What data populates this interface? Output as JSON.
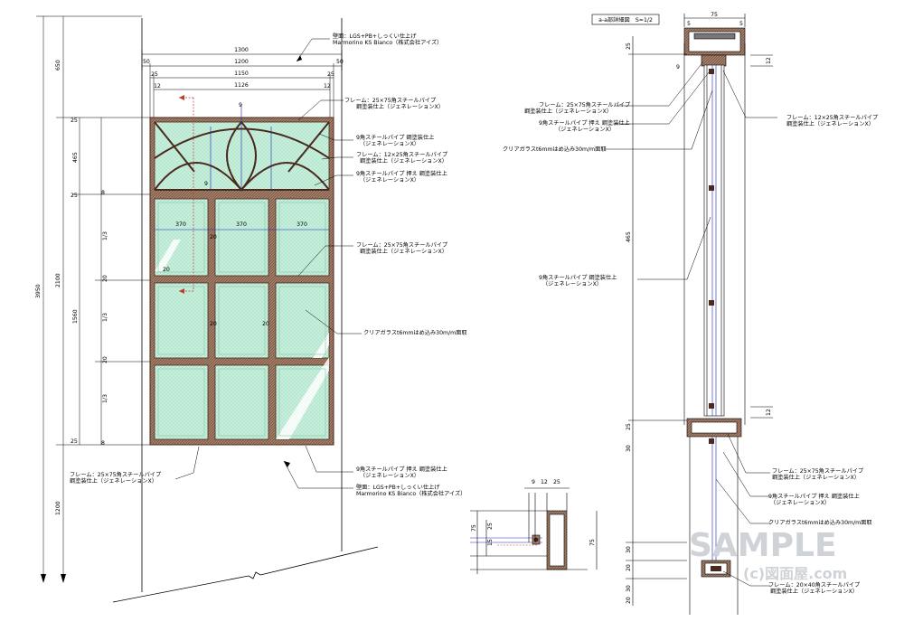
{
  "section_title": "a-a部詳細図　S=1/2",
  "watermark": {
    "main": "SAMPLE",
    "sub": "(c)図面屋.com"
  },
  "colors": {
    "glass": "#c7f0dc",
    "frame": "#a07c66",
    "frame_dark": "#4a2a1f",
    "dim_blue": "#1a24b8",
    "guide_red": "#c0392b"
  },
  "elevation": {
    "dims_top": [
      "1300",
      "1200",
      "1150",
      "1126"
    ],
    "dims_top_side": [
      "50",
      "50",
      "25",
      "25",
      "12",
      "12"
    ],
    "col_widths": [
      "370",
      "370",
      "370"
    ],
    "dims_left_outer": [
      "650",
      "3950",
      "1200"
    ],
    "dims_left_mid": [
      "2100",
      "465",
      "1560"
    ],
    "dims_left_inner": [
      "25",
      "25",
      "1/3",
      "20",
      "1/3",
      "20",
      "1/3",
      "25"
    ],
    "small_labels": [
      "9",
      "9",
      "8",
      "20",
      "20",
      "20",
      "20",
      "8"
    ]
  },
  "callouts": [
    {
      "l1": "壁面：LGS+PB+しっくい仕上げ",
      "l2": "Marmorino KS Bianco（株式会社アイズ）"
    },
    {
      "l1": "フレーム：25×75角スチールパイプ",
      "l2": "鋼塗装仕上（ジェネレーションX）"
    },
    {
      "l1": "9角スチールパイプ 鋼塗装仕上",
      "l2": "（ジェネレーションX）"
    },
    {
      "l1": "フレーム：12×25角スチールパイプ",
      "l2": "鋼塗装仕上（ジェネレーションX）"
    },
    {
      "l1": "9角スチールパイプ 押え 鋼塗装仕上",
      "l2": "（ジェネレーションX）"
    },
    {
      "l1": "フレーム：25×75角スチールパイプ",
      "l2": "鋼塗装仕上（ジェネレーションX）"
    },
    {
      "l1": "クリアガラスt6mmはめ込み30m/m面取",
      "l2": ""
    },
    {
      "l1": "フレーム：25×75角スチールパイプ",
      "l2": "鋼塗装仕上（ジェネレーションX）"
    },
    {
      "l1": "9角スチールパイプ 押え 鋼塗装仕上",
      "l2": "（ジェネレーションX）"
    },
    {
      "l1": "壁面：LGS+PB+しっくい仕上げ",
      "l2": "Marmorino KS Bianco（株式会社アイズ）"
    }
  ],
  "section": {
    "dims": [
      "75",
      "5",
      "5",
      "25",
      "12",
      "9",
      "465",
      "12",
      "25",
      "30",
      "30",
      "20",
      "30",
      "20"
    ],
    "callouts": [
      {
        "l1": "フレーム：25×75角スチールパイプ",
        "l2": "鋼塗装仕上（ジェネレーションX）"
      },
      {
        "l1": "9角スチールパイプ 押え 鋼塗装仕上",
        "l2": "（ジェネレーションX）"
      },
      {
        "l1": "クリアガラスt6mmはめ込み30m/m面取",
        "l2": ""
      },
      {
        "l1": "フレーム：12×25角スチールパイプ",
        "l2": "鋼塗装仕上（ジェネレーションX）"
      },
      {
        "l1": "9角スチールパイプ 鋼塗装仕上",
        "l2": "（ジェネレーションX）"
      },
      {
        "l1": "フレーム：25×75角スチールパイプ",
        "l2": "鋼塗装仕上（ジェネレーションX）"
      },
      {
        "l1": "9角スチールパイプ 押え 鋼塗装仕上",
        "l2": "（ジェネレーションX）"
      },
      {
        "l1": "クリアガラスt6mmはめ込み30m/m面取",
        "l2": ""
      },
      {
        "l1": "フレーム：20×40角スチールパイプ",
        "l2": "鋼塗装仕上（ジェネレーションX）"
      }
    ]
  },
  "plan_detail": {
    "dims": [
      "9",
      "12",
      "25",
      "75",
      "25",
      "15",
      "75"
    ]
  }
}
